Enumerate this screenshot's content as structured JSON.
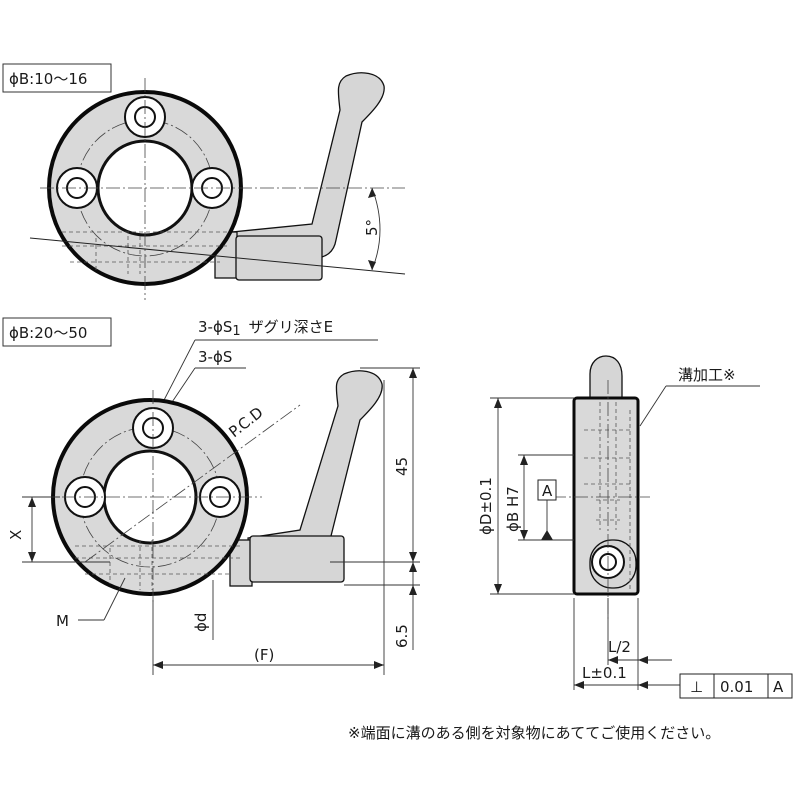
{
  "labels": {
    "range_small": "ϕB:10～16",
    "range_large": "ϕB:20～50",
    "angle": "5°",
    "counterbore": "3-ϕS",
    "counterbore_sub": "1",
    "counterbore_depth": "ザグリ深さE",
    "bolt_hole": "3-ϕS",
    "pcd": "P.C.D",
    "x": "X",
    "m": "M",
    "phi_d": "ϕd",
    "f": "(F)",
    "dim_45": "45",
    "dim_6_5": "6.5",
    "groove": "溝加工※",
    "phi_D": "ϕD±0.1",
    "phi_B": "ϕB H7",
    "datum_a": "A",
    "l_half": "L/2",
    "l_tol": "L±0.1",
    "perp_symbol": "⊥",
    "perp_value": "0.01",
    "perp_datum": "A",
    "note": "※端面に溝のある側を対象物にあててご使用ください。"
  },
  "colors": {
    "line": "#111111",
    "fill": "#d9d9d9",
    "paper": "#ffffff"
  }
}
